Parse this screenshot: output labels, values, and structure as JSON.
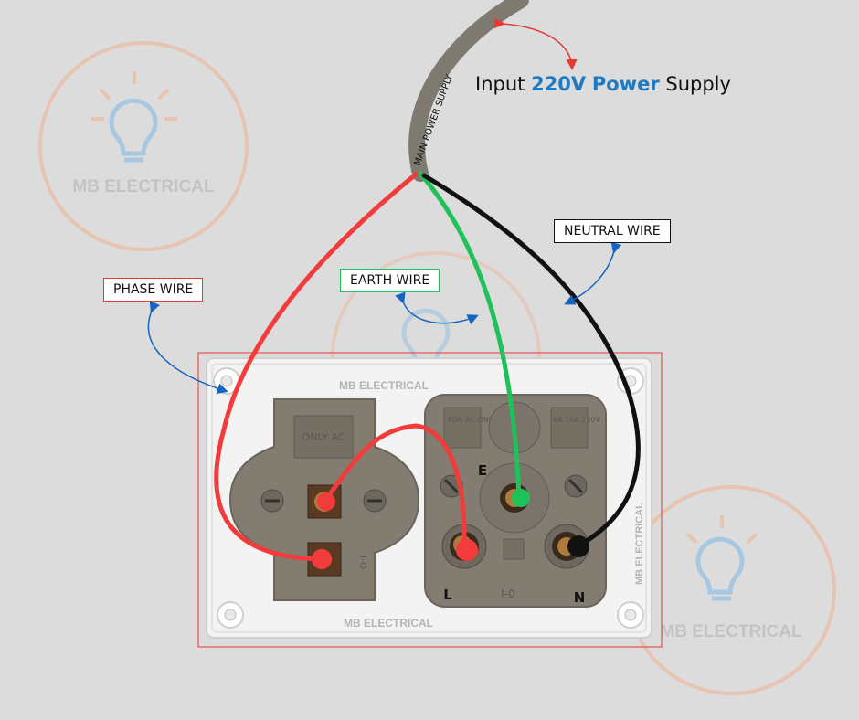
{
  "title": {
    "prefix": "Input",
    "voltage": "220V",
    "power": "Power",
    "suffix": "Supply"
  },
  "cable_label": "MAIN POWER SUPPLY",
  "labels": {
    "phase": "PHASE WIRE",
    "earth": "EARTH WIRE",
    "neutral": "NEUTRAL WIRE"
  },
  "terminals": {
    "earth": "E",
    "live": "L",
    "neutral": "N"
  },
  "plate_brand_top": "MB ELECTRICAL",
  "plate_brand_bottom": "MB ELECTRICAL",
  "plate_brand_side": "MB ELECTRICAL",
  "switch_marks": {
    "top": "ONLY AC",
    "side": "I-O"
  },
  "socket_marks": {
    "left": "FOR AC ONLY",
    "right": "6A 16A 250V",
    "bottom": "I-0"
  },
  "watermark": "MB ELECTRICAL",
  "colors": {
    "phase": "#f23b3b",
    "earth": "#1fc15a",
    "neutral": "#111111",
    "accent_blue": "#1e7ac2",
    "arrow_red": "#e53935",
    "arrow_blue": "#1565c0",
    "watermark": "#f1b08e"
  }
}
